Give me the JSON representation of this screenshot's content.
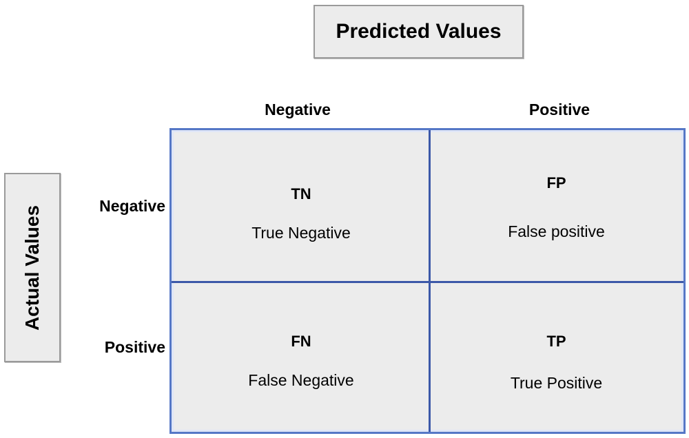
{
  "title": "Predicted Values",
  "side_label": "Actual Values",
  "columns": {
    "negative": "Negative",
    "positive": "Positive"
  },
  "rows": {
    "negative": "Negative",
    "positive": "Positive"
  },
  "cells": {
    "tn": {
      "abbr": "TN",
      "label": "True Negative"
    },
    "fp": {
      "abbr": "FP",
      "label": "False positive"
    },
    "fn": {
      "abbr": "FN",
      "label": "False Negative"
    },
    "tp": {
      "abbr": "TP",
      "label": "True Positive"
    }
  },
  "colors": {
    "grid": "#3c58a8",
    "border": "#5577c6",
    "cell_fill": "#ececec",
    "label_box_fill": "#ececec",
    "label_box_border": "#9a9a9a"
  }
}
